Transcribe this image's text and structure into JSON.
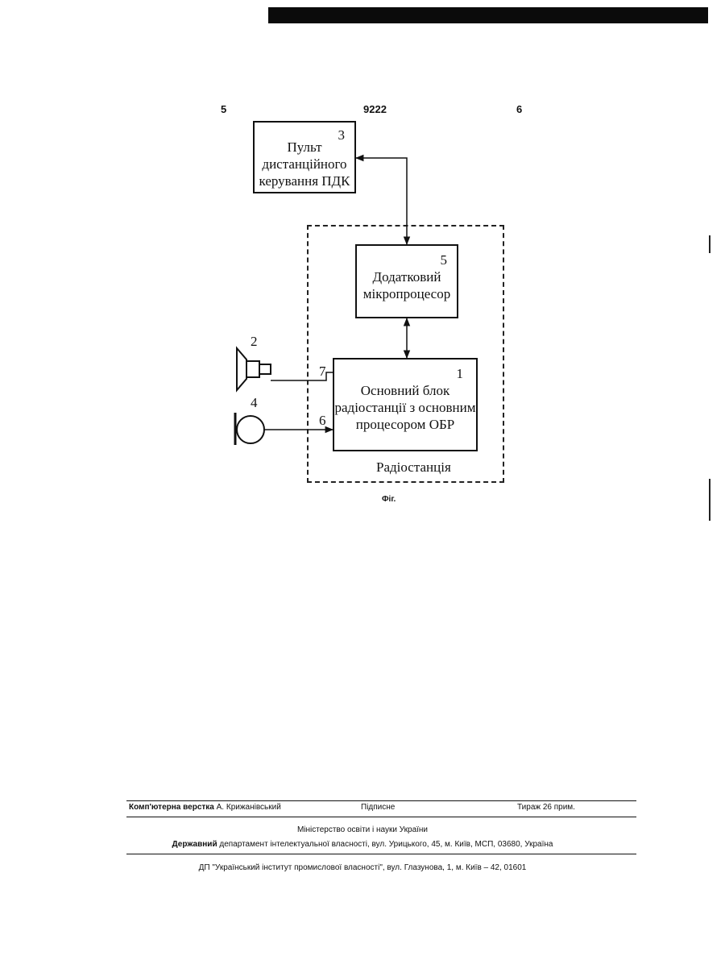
{
  "header": {
    "page_left": "5",
    "patent_number": "9222",
    "page_right": "6"
  },
  "diagram": {
    "blocks": {
      "remote": {
        "number": "3",
        "lines": [
          "Пульт",
          "дистанційного",
          "керування ПДК"
        ]
      },
      "microprocessor": {
        "number": "5",
        "lines": [
          "Додатковий",
          "мікропроцесор"
        ]
      },
      "main_unit": {
        "number": "1",
        "lines": [
          "Основний блок",
          "радіостанції з основним",
          "процесором ОБР"
        ]
      }
    },
    "radio_station_label": "Радіостанція",
    "speaker_number": "2",
    "microphone_number": "4",
    "port_speaker": "7",
    "port_mic": "6"
  },
  "figure_caption": "Фіг.",
  "footer": {
    "layout_bold": "Комп'ютерна верстка",
    "layout_name": "А. Крижанівський",
    "signed": "Підписне",
    "circulation": "Тираж 26 прим.",
    "ministry": "Міністерство освіти і науки України",
    "department_bold": "Державний",
    "department_rest": "департамент інтелектуальної власності, вул. Урицького, 45, м. Київ, МСП, 03680, Україна",
    "institute": "ДП \"Український інститут промислової власності\", вул. Глазунова, 1, м. Київ – 42, 01601"
  }
}
